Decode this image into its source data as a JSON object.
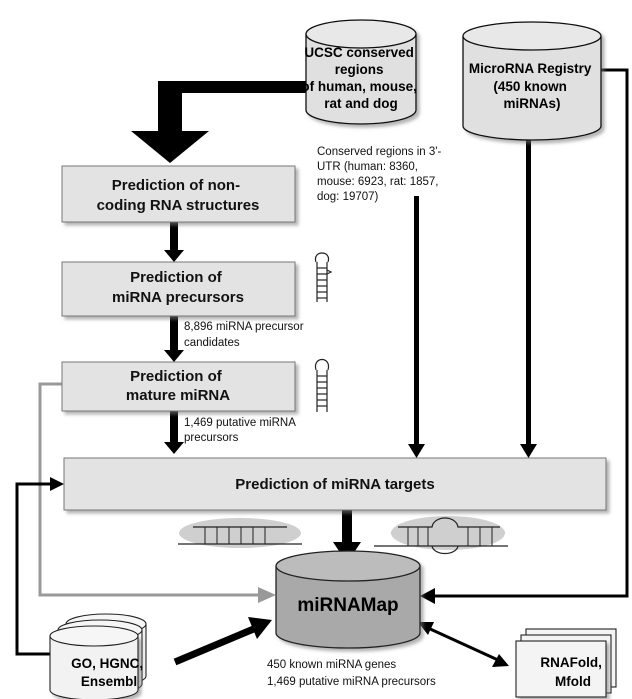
{
  "sources": {
    "ucsc": {
      "lines": [
        "UCSC conserved",
        "regions",
        "of human, mouse,",
        "rat and dog"
      ]
    },
    "microrna_registry": {
      "lines": [
        "MicroRNA Registry",
        "(450 known",
        "miRNAs)"
      ]
    },
    "annotation_dbs": {
      "lines": [
        "GO, HGNC,",
        "Ensembl"
      ]
    },
    "folding_tools": {
      "lines": [
        "RNAFold,",
        "Mfold"
      ]
    }
  },
  "steps": {
    "ncrna": {
      "lines": [
        "Prediction of non-",
        "coding RNA structures"
      ]
    },
    "precursors": {
      "lines": [
        "Prediction of",
        "miRNA precursors"
      ]
    },
    "mature": {
      "lines": [
        "Prediction of",
        "mature miRNA"
      ]
    },
    "targets": {
      "lines": [
        "Prediction of miRNA targets"
      ]
    }
  },
  "notes": {
    "conserved_utr": [
      "Conserved regions in 3'-",
      "UTR (human:  8360,",
      "mouse:  6923, rat: 1857,",
      "dog: 19707)"
    ],
    "precursor_candidates": [
      "8,896 miRNA precursor",
      "candidates"
    ],
    "putative_precursors": [
      "1,469 putative miRNA",
      "precursors"
    ],
    "mirnamap_contents": [
      "450 known miRNA genes",
      "1,469 putative miRNA precursors"
    ]
  },
  "central_db": {
    "label": "miRNAMap"
  },
  "colors": {
    "box_fill": "#e3e3e3",
    "cylinder_fill": "#e0e0e0",
    "central_fill": "#a9a9a9",
    "gray_arrow": "#999999",
    "ellipse_fill": "#cfcfcf"
  }
}
